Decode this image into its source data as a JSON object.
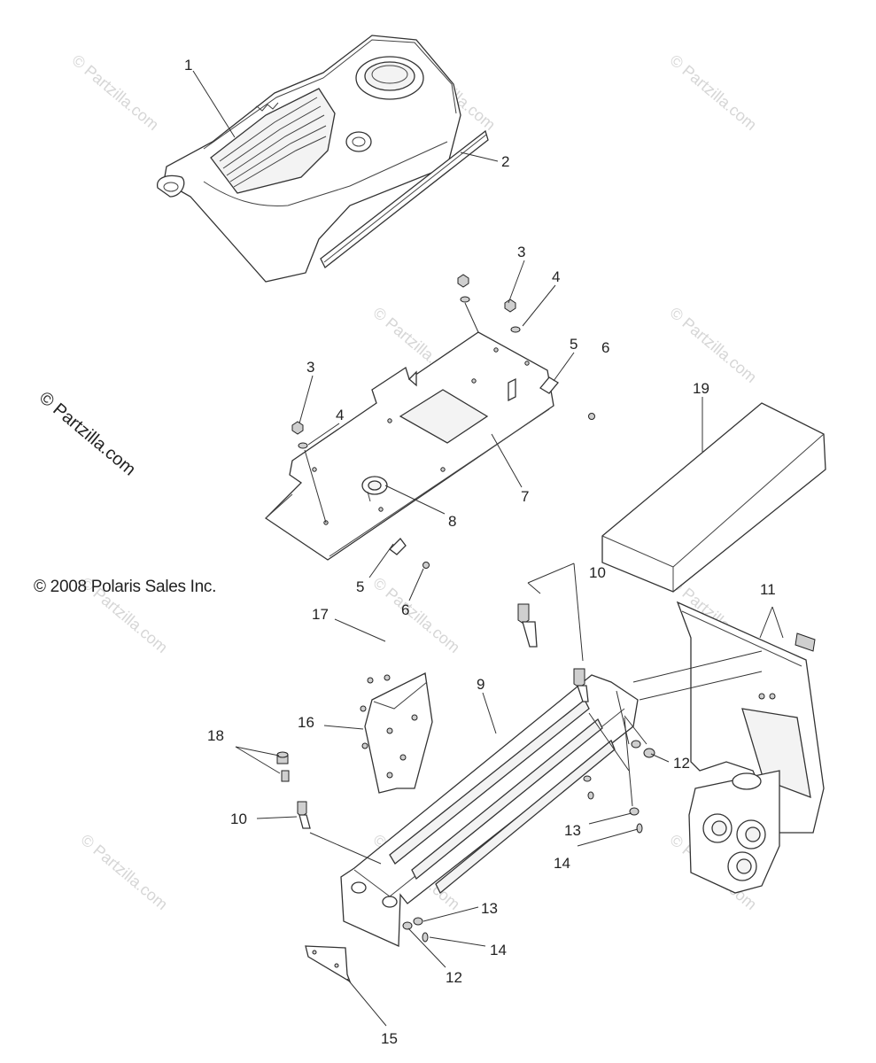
{
  "copyright_watermark": "© Partzilla.com",
  "copyright_polaris": "© 2008 Polaris Sales Inc.",
  "callouts": [
    {
      "id": "c1",
      "text": "1"
    },
    {
      "id": "c2",
      "text": "2"
    },
    {
      "id": "c3a",
      "text": "3"
    },
    {
      "id": "c4a",
      "text": "4"
    },
    {
      "id": "c3b",
      "text": "3"
    },
    {
      "id": "c4b",
      "text": "4"
    },
    {
      "id": "c5a",
      "text": "5"
    },
    {
      "id": "c6a",
      "text": "6"
    },
    {
      "id": "c19",
      "text": "19"
    },
    {
      "id": "c7",
      "text": "7"
    },
    {
      "id": "c8",
      "text": "8"
    },
    {
      "id": "c5b",
      "text": "5"
    },
    {
      "id": "c6b",
      "text": "6"
    },
    {
      "id": "c10a",
      "text": "10"
    },
    {
      "id": "c11",
      "text": "11"
    },
    {
      "id": "c17",
      "text": "17"
    },
    {
      "id": "c9",
      "text": "9"
    },
    {
      "id": "c16",
      "text": "16"
    },
    {
      "id": "c18",
      "text": "18"
    },
    {
      "id": "c12a",
      "text": "12"
    },
    {
      "id": "c10b",
      "text": "10"
    },
    {
      "id": "c13a",
      "text": "13"
    },
    {
      "id": "c14a",
      "text": "14"
    },
    {
      "id": "c13b",
      "text": "13"
    },
    {
      "id": "c14b",
      "text": "14"
    },
    {
      "id": "c12b",
      "text": "12"
    },
    {
      "id": "c15",
      "text": "15"
    }
  ]
}
